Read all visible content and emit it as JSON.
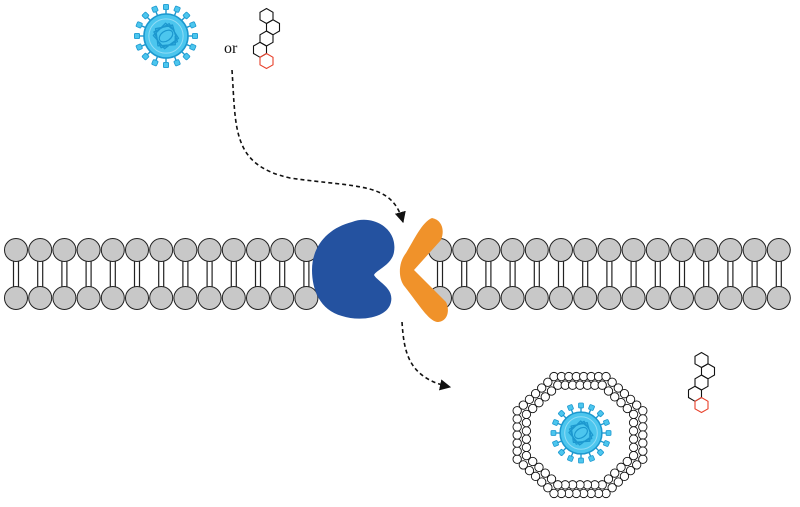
{
  "figure": {
    "type": "membrane receptor entry / endocytosis schematic",
    "connector_label": "or"
  },
  "cargo": {
    "virus_icon": "virus-icon",
    "steroid_icon": "steroid-molecule-icon"
  },
  "membrane": {
    "icon": "lipid-bilayer",
    "head_color": "#c8c8c8",
    "outline_color": "#222222"
  },
  "receptor": {
    "blue_icon": "receptor-blue-icon",
    "blue_color": "#2452a0",
    "orange_icon": "coreceptor-orange-icon",
    "orange_color": "#f0922a"
  },
  "endosome": {
    "icon": "vesicle-icon"
  },
  "colors": {
    "virus_light": "#4cc6ee",
    "virus_dark": "#1c98cf",
    "ring_highlight": "#e8402a",
    "ink": "#111111"
  }
}
